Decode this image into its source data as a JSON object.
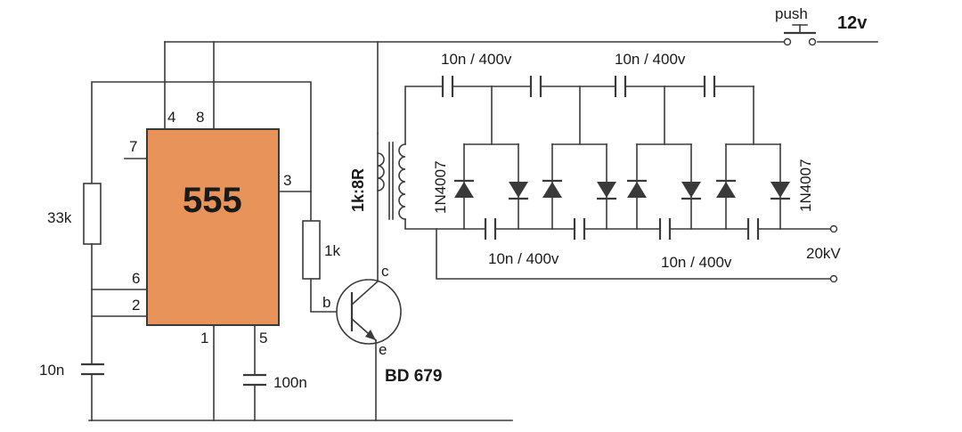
{
  "colors": {
    "ic_fill": "#e8935a",
    "wire": "#3a3a3a",
    "background": "#ffffff"
  },
  "ic": {
    "name": "555",
    "pins": {
      "p1": "1",
      "p2": "2",
      "p3": "3",
      "p4": "4",
      "p5": "5",
      "p6": "6",
      "p7": "7",
      "p8": "8"
    }
  },
  "components": {
    "r_timing": "33k",
    "c_timing": "10n",
    "c_control": "100n",
    "r_base": "1k",
    "transformer": "1k:8R",
    "transistor": "BD 679",
    "transistor_b": "b",
    "transistor_c": "c",
    "transistor_e": "e",
    "diode_left": "1N4007",
    "diode_right": "1N4007",
    "cap_top_left": "10n / 400v",
    "cap_top_right": "10n / 400v",
    "cap_bottom_left": "10n / 400v",
    "cap_bottom_right": "10n / 400v"
  },
  "supply": {
    "switch_label": "push",
    "voltage": "12v"
  },
  "output": {
    "voltage": "20kV"
  }
}
